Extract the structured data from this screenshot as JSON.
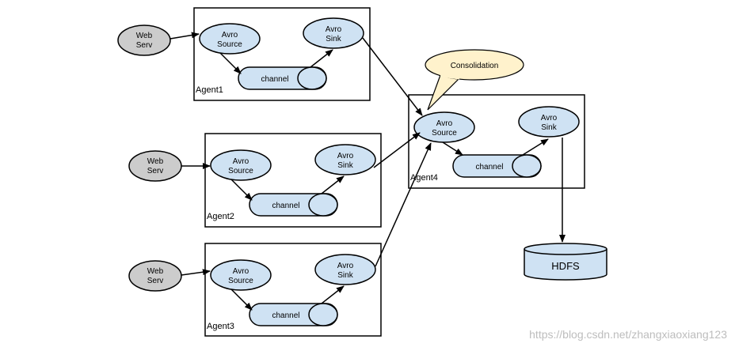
{
  "agents": [
    {
      "id": "a1",
      "label": "Agent1",
      "source": [
        "Avro",
        "Source"
      ],
      "sink": [
        "Avro",
        "Sink"
      ],
      "channel": "channel",
      "web": [
        "Web",
        "Serv"
      ]
    },
    {
      "id": "a2",
      "label": "Agent2",
      "source": [
        "Avro",
        "Source"
      ],
      "sink": [
        "Avro",
        "Sink"
      ],
      "channel": "channel",
      "web": [
        "Web",
        "Serv"
      ]
    },
    {
      "id": "a3",
      "label": "Agent3",
      "source": [
        "Avro",
        "Source"
      ],
      "sink": [
        "Avro",
        "Sink"
      ],
      "channel": "channel",
      "web": [
        "Web",
        "Serv"
      ]
    },
    {
      "id": "a4",
      "label": "Agent4",
      "source": [
        "Avro",
        "Source"
      ],
      "sink": [
        "Avro",
        "Sink"
      ],
      "channel": "channel"
    }
  ],
  "callout": "Consolidation",
  "storage": "HDFS",
  "watermark": "https://blog.csdn.net/zhangxiaoxiang123",
  "colors": {
    "node_fill": "#cfe2f3",
    "web_fill": "#cccccc",
    "callout_fill": "#fff2cc"
  }
}
